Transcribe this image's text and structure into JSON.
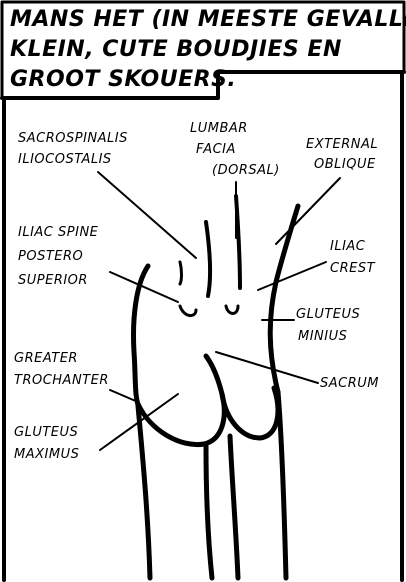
{
  "caption": {
    "lines": [
      "MANS HET (IN MEESTE GEVALLE)",
      "KLEIN, CUTE BOUDJIES EN",
      "GROOT SKOUERS."
    ]
  },
  "labels": {
    "sacrospinalis": [
      "SACROSPINALIS",
      "ILIOCOSTALIS"
    ],
    "lumbar": [
      "LUMBAR",
      "FACIA",
      "(DORSAL)"
    ],
    "external_oblique": [
      "EXTERNAL",
      "OBLIQUE"
    ],
    "iliac_spine": [
      "ILIAC SPINE",
      "POSTERO",
      "SUPERIOR"
    ],
    "iliac_crest": [
      "ILIAC",
      "CREST"
    ],
    "gluteus_minius": [
      "GLUTEUS",
      "MINIUS"
    ],
    "greater_trochanter": [
      "GREATER",
      "TROCHANTER"
    ],
    "sacrum": [
      "SACRUM"
    ],
    "gluteus_maximus": [
      "GLUTEUS",
      "MAXIMUS"
    ]
  }
}
